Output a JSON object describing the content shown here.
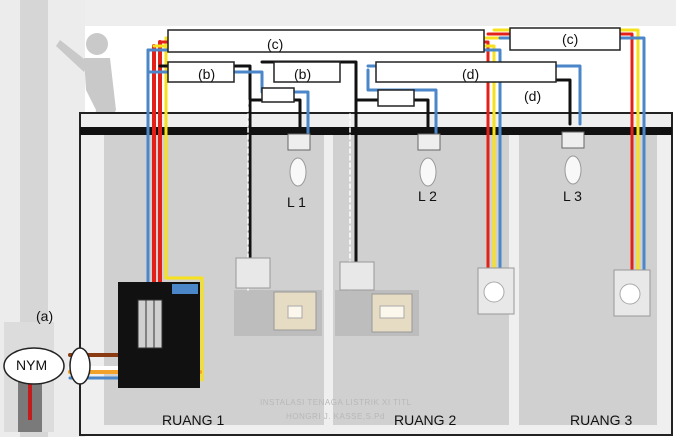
{
  "labels": {
    "a": "(a)",
    "b1": "(b)",
    "b2": "(b)",
    "c1": "(c)",
    "c2": "(c)",
    "d1": "(d)",
    "d2": "(d)"
  },
  "cable": "NYM",
  "lamps": [
    "L 1",
    "L 2",
    "L 3"
  ],
  "rooms": [
    "RUANG 1",
    "RUANG 2",
    "RUANG 3"
  ],
  "credit": {
    "line1": "INSTALASI TENAGA LISTRIK XI TITL",
    "line2": "HONGRI J. KASSE,S.Pd"
  },
  "colors": {
    "phase": "#e32119",
    "neutral": "#4a86c8",
    "ground": "#f7e11c",
    "switch_leg": "#111111",
    "feeder_brown": "#8b3b12",
    "feeder_orange": "#f2a12a"
  }
}
